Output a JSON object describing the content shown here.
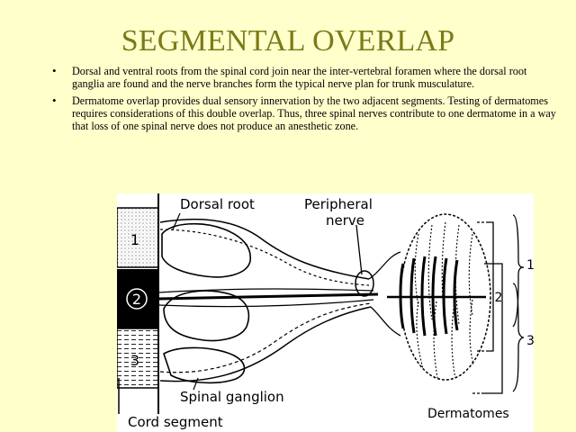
{
  "slide": {
    "title": "SEGMENTAL OVERLAP",
    "bullets": [
      "Dorsal and ventral roots from the spinal cord join near the inter-vertebral foramen where the dorsal root ganglia are found and the nerve branches form the typical nerve plan for trunk  musculature.",
      "Dermatome overlap provides dual sensory innervation by the two adjacent segments. Testing of dermatomes requires considerations of this double overlap. Thus, three spinal nerves contribute to one dermatome in a way that loss of one spinal nerve does not produce an anesthetic zone."
    ],
    "bullet_glyph": "•"
  },
  "figure": {
    "labels": {
      "dorsal_root": "Dorsal root",
      "peripheral_line1": "Peripheral",
      "peripheral_line2": "nerve",
      "spinal_ganglion": "Spinal ganglion",
      "cord_segment": "Cord segment",
      "dermatomes": "Dermatomes"
    },
    "segments": [
      "1",
      "2",
      "3"
    ],
    "bracket_labels": [
      "1",
      "2",
      "3"
    ]
  }
}
